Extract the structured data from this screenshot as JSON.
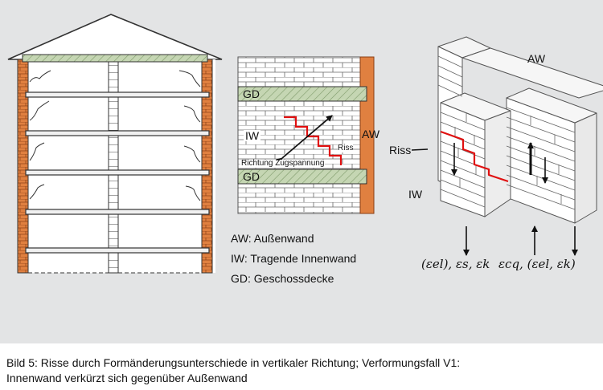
{
  "labels": {
    "gd_top": "GD",
    "gd_bottom": "GD",
    "iw_wall": "IW",
    "aw_wall": "AW",
    "riss_small": "Riss",
    "direction": "Richtung Zugspannung",
    "aw_3d": "AW",
    "riss_3d": "Riss",
    "iw_3d": "IW"
  },
  "legend": {
    "aw": "AW: Außenwand",
    "iw": "IW:  Tragende Innenwand",
    "gd": "GD: Geschossdecke"
  },
  "strain": {
    "left": "(εel), εs, εk",
    "right": "εcq, (εel, εk)"
  },
  "caption": {
    "line1": "Bild 5: Risse durch Formänderungsunterschiede in vertikaler Richtung; Verformungsfall V1:",
    "line2": "Innenwand verkürzt sich gegenüber Außenwand"
  },
  "colors": {
    "panel_bg": "#e3e4e5",
    "brick_orange": "#e08040",
    "slab_green": "#c5d6b3",
    "crack_red": "#e01010"
  }
}
